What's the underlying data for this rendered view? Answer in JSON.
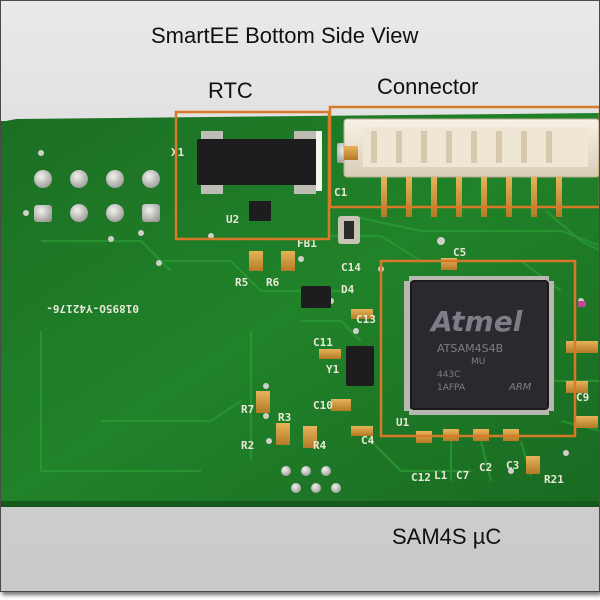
{
  "title": "SmartEE Bottom Side View",
  "labels": {
    "rtc": "RTC",
    "connector": "Connector",
    "mcu": "SAM4S µC"
  },
  "chip": {
    "brand": "Atmel",
    "part": "ATSAM4S4B",
    "suffix": "MU",
    "code1": "443C",
    "code2": "1AFPA",
    "arm": "ARM"
  },
  "board_marking": "01895O-Y42176-",
  "silkscreen": {
    "x1": "X1",
    "u2": "U2",
    "c1": "C1",
    "fb1": "FB1",
    "c14": "C14",
    "r6": "R6",
    "r5": "R5",
    "d4": "D4",
    "c5": "C5",
    "c13": "C13",
    "c11": "C11",
    "y1": "Y1",
    "c10": "C10",
    "c4": "C4",
    "u1": "U1",
    "r7": "R7",
    "r3": "R3",
    "r2": "R2",
    "r4": "R4",
    "c12": "C12",
    "l1": "L1",
    "c7": "C7",
    "c2": "C2",
    "c3": "C3",
    "r21": "R21",
    "c9": "C9"
  },
  "colors": {
    "pcb": "#1f7a28",
    "highlight_box": "#d67a2a",
    "chip": "#2a2a2e"
  }
}
